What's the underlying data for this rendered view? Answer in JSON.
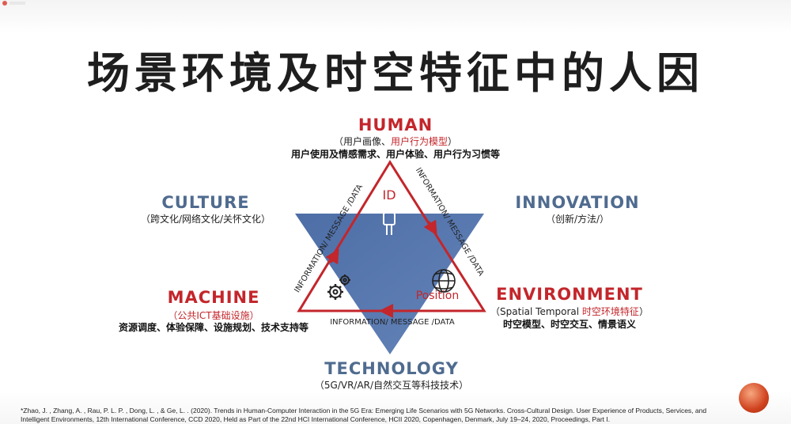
{
  "title": "场景环境及时空特征中的人因",
  "nodes": {
    "human": {
      "heading": "HUMAN",
      "sub_prefix": "（用户画像、",
      "sub_highlight": "用户行为模型",
      "sub_suffix": "）",
      "detail": "用户使用及情感需求、用户体验、用户行为习惯等"
    },
    "culture": {
      "heading": "CULTURE",
      "sub": "（跨文化/网络文化/关怀文化）"
    },
    "innovation": {
      "heading": "INNOVATION",
      "sub": "（创新/方法/）"
    },
    "machine": {
      "heading": "MACHINE",
      "sub": "（公共ICT基础设施）",
      "detail": "资源调度、体验保障、设施规划、技术支持等"
    },
    "environment": {
      "heading": "ENVIRONMENT",
      "sub_prefix": "（Spatial Temporal ",
      "sub_highlight": "时空环境特征",
      "sub_suffix": "）",
      "detail": "时空模型、时空交互、情景语义"
    },
    "technology": {
      "heading": "TECHNOLOGY",
      "sub": "（5G/VR/AR/自然交互等科技技术）"
    }
  },
  "triangle": {
    "vertex_labels": {
      "top": "ID",
      "right": "Position"
    },
    "edge_label_left": "INFORMATION/ MESSAGE /DATA",
    "edge_label_right": "INFORMATION/ MESSAGE /DATA",
    "edge_label_bottom": "INFORMATION/ MESSAGE /DATA",
    "icons": [
      "person-icon",
      "gears-icon",
      "globe-icon"
    ]
  },
  "colors": {
    "red": "#c3262b",
    "blue": "#4f6b8f",
    "navy_triangle": "#2f5597"
  },
  "citation": "*Zhao, J. , Zhang, A. , Rau, P. L. P. , Dong, L. , & Ge, L. . (2020). Trends in Human-Computer Interaction in the 5G Era: Emerging Life Scenarios with 5G Networks. Cross-Cultural Design. User Experience of Products, Services, and Intelligent Environments, 12th International Conference, CCD 2020, Held as Part of the 22nd HCI International Conference, HCII 2020, Copenhagen, Denmark, July 19–24, 2020, Proceedings, Part I."
}
